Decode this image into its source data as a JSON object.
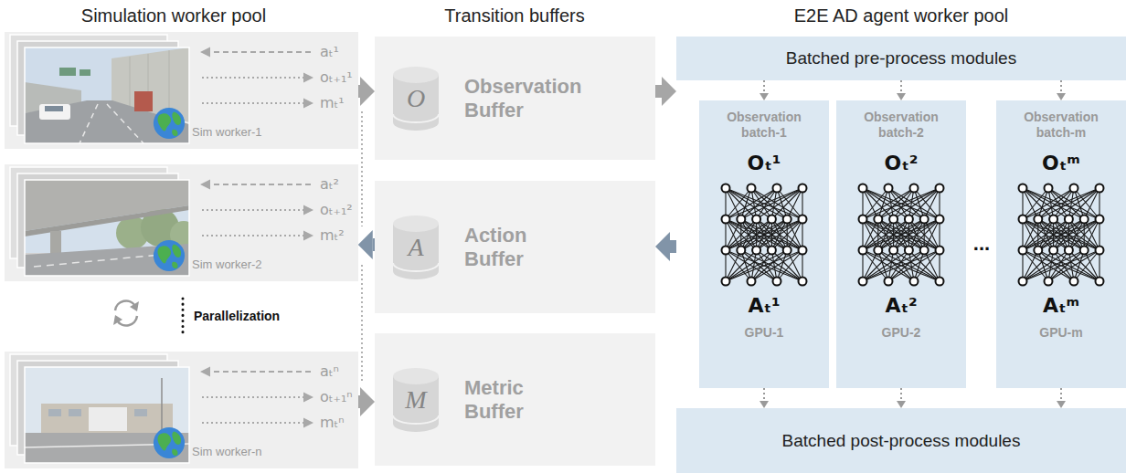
{
  "diagram": {
    "nodes": [
      {
        "text": [
          "aₜ¹",
          "oₜ₊₁¹",
          "mₜ¹",
          "Sim worker-1"
        ]
      },
      {
        "text": [
          "aₜ²",
          "oₜ₊₁²",
          "mₜ²",
          "Sim worker-2"
        ]
      },
      {
        "text": [
          "aₜⁿ",
          "oₜ₊₁ⁿ",
          "mₜⁿ",
          "Sim worker-n"
        ]
      },
      {
        "text": [
          "O",
          "Observation Buffer"
        ]
      },
      {
        "text": [
          "A",
          "Action Buffer"
        ]
      },
      {
        "text": [
          "M",
          "Metric Buffer"
        ]
      },
      {
        "text": [
          "E2E AD agent worker pool"
        ]
      },
      {
        "text": [
          "Batched pre-process modules"
        ],
        "in": 6
      },
      {
        "text": [
          "Observation batch-1",
          "Oₜ¹",
          "Aₜ¹",
          "GPU-1"
        ],
        "in": 6
      },
      {
        "text": [
          "Observation batch-2",
          "Oₜ²",
          "Aₜ²",
          "GPU-2"
        ],
        "in": 6
      },
      {
        "text": [
          "Observation batch-m",
          "Oₜᵐ",
          "Aₜᵐ",
          "GPU-m"
        ],
        "in": 6
      },
      {
        "text": [
          "Batched post-process modules"
        ],
        "in": 6
      }
    ],
    "edges": [
      {
        "from": 0,
        "to": 3,
        "arrow": "to"
      },
      {
        "from": 4,
        "to": 1,
        "arrow": "to"
      },
      {
        "from": 2,
        "to": 5,
        "arrow": "to"
      },
      {
        "from": 3,
        "to": 6,
        "arrow": "to"
      },
      {
        "from": 6,
        "to": 4,
        "arrow": "to"
      },
      {
        "from": 7,
        "to": 8,
        "arrow": "to"
      },
      {
        "from": 7,
        "to": 9,
        "arrow": "to"
      },
      {
        "from": 7,
        "to": 10,
        "arrow": "to"
      },
      {
        "from": 8,
        "to": 11,
        "arrow": "to"
      },
      {
        "from": 9,
        "to": 11,
        "arrow": "to"
      },
      {
        "from": 10,
        "to": 11,
        "arrow": "to"
      }
    ],
    "labels": [
      "Simulation worker pool",
      "Transition buffers",
      "Parallelization",
      "..."
    ]
  }
}
